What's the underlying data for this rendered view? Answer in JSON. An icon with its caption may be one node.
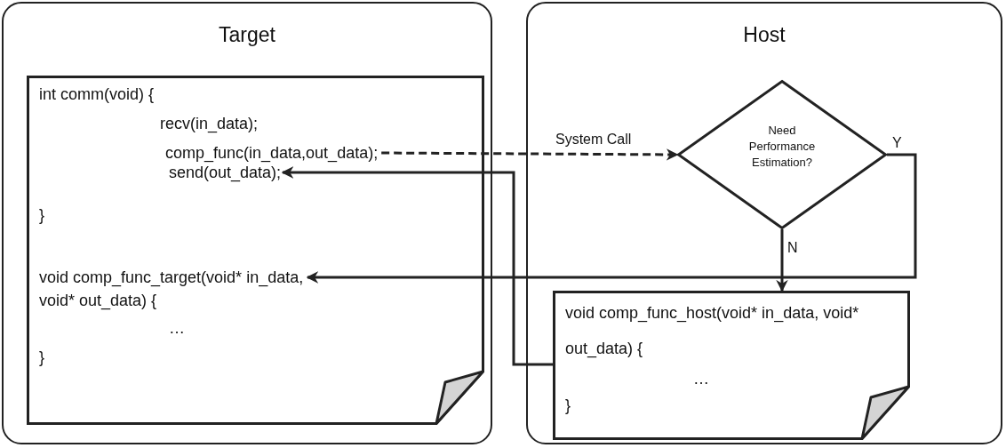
{
  "diagram": {
    "nodes": [
      {
        "text": [
          "Target"
        ]
      },
      {
        "text": [
          "int comm(void) {",
          "recv(in_data);",
          "}",
          "…",
          "}"
        ],
        "in": 0
      },
      {
        "text": [
          "comp_func(in_data,out_data);"
        ],
        "in": 1
      },
      {
        "text": [
          "send(out_data);"
        ],
        "in": 1
      },
      {
        "text": [
          "void comp_func_target(void* in_data, void* out_data) {"
        ],
        "in": 1
      },
      {
        "text": [
          "Host"
        ]
      },
      {
        "text": [
          "Need Performance Estimation?"
        ],
        "in": 5
      },
      {
        "text": [
          "void comp_func_host(void* in_data, void* out_data) {",
          "…",
          "}"
        ],
        "in": 5
      }
    ],
    "edges": [
      {
        "from": 2,
        "to": 6,
        "arrow": "to",
        "label": "System Call",
        "style": "dashed"
      },
      {
        "from": 6,
        "to": 4,
        "arrow": "to",
        "label": "Y"
      },
      {
        "from": 6,
        "to": 7,
        "arrow": "to",
        "label": "N"
      },
      {
        "from": 7,
        "to": 3,
        "arrow": "to"
      }
    ]
  }
}
